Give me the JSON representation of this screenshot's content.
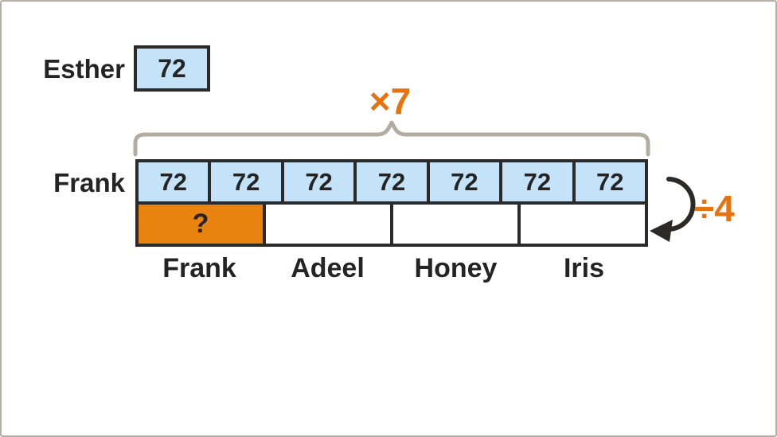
{
  "colors": {
    "background": "#ffffff",
    "frame_border": "#b6afa6",
    "cell_blue": "#c4e3f8",
    "cell_orange": "#e8830f",
    "accent_orange_text": "#e8720e",
    "dark_border": "#2b2a28",
    "text_dark": "#242424",
    "brace_gray": "#b3aca2"
  },
  "esther": {
    "label": "Esther",
    "value": "72"
  },
  "operations": {
    "multiply": "×7",
    "divide": "÷4"
  },
  "frank_row": {
    "label": "Frank",
    "cells": [
      "72",
      "72",
      "72",
      "72",
      "72",
      "72",
      "72"
    ]
  },
  "share_row": {
    "cells": [
      "?",
      "",
      "",
      ""
    ]
  },
  "names": [
    "Frank",
    "Adeel",
    "Honey",
    "Iris"
  ]
}
